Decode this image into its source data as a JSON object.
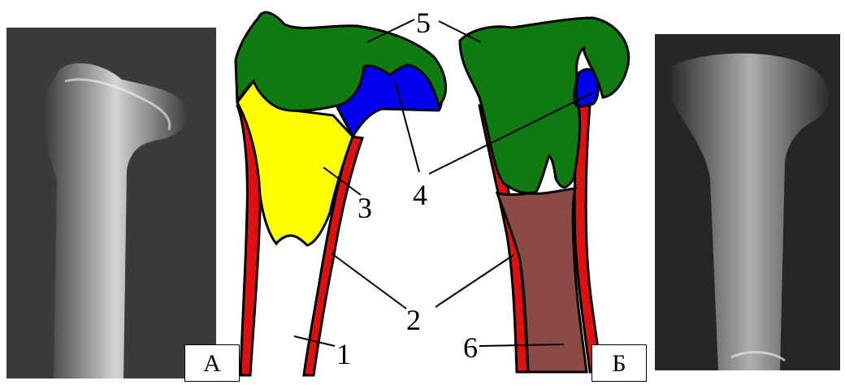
{
  "panels": [
    {
      "label": "А"
    },
    {
      "label": "Б"
    }
  ],
  "callouts": {
    "n1": "1",
    "n2": "2",
    "n3": "3",
    "n4": "4",
    "n5": "5",
    "n6": "6"
  },
  "legend_colors": {
    "cortex_red": "#e01010",
    "yellow_zone": "#ffff00",
    "blue_zone": "#0000ee",
    "green_epiphysis": "#0f7a10",
    "brown_canal": "#8b4a44"
  }
}
